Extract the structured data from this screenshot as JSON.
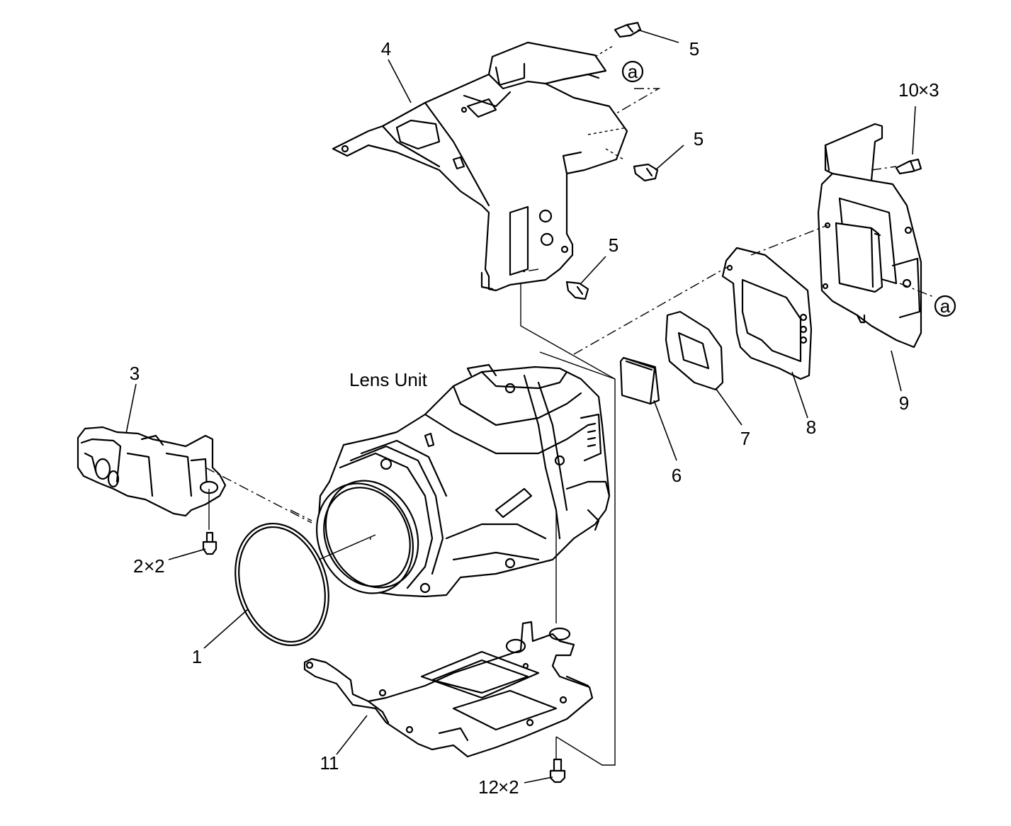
{
  "diagram": {
    "lens_unit_label": "Lens Unit",
    "callouts": {
      "c1": "1",
      "c2": "2",
      "c2_qty": "×2",
      "c3": "3",
      "c4": "4",
      "c5a": "5",
      "c5b": "5",
      "c5c": "5",
      "c6": "6",
      "c7": "7",
      "c8": "8",
      "c9": "9",
      "c10": "10",
      "c10_qty": "×3",
      "c11": "11",
      "c12": "12",
      "c12_qty": "×2",
      "ref_a_top": "a",
      "ref_a_right": "a"
    }
  }
}
